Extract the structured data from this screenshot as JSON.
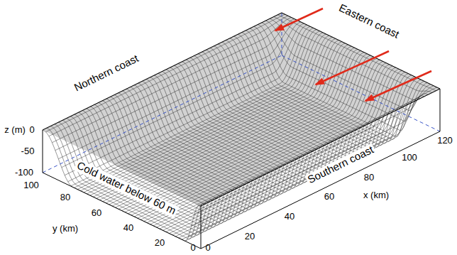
{
  "diagram": {
    "labels": [
      "Northern coast",
      "Eastern coast",
      "Southern coast",
      "z (m)",
      "0",
      "-50",
      "-100",
      "Cold water below 60 m",
      "100",
      "80",
      "60",
      "40",
      "20",
      "0",
      "y (km)",
      "0",
      "20",
      "40",
      "60",
      "80",
      "100",
      "120",
      "x (km)"
    ]
  }
}
